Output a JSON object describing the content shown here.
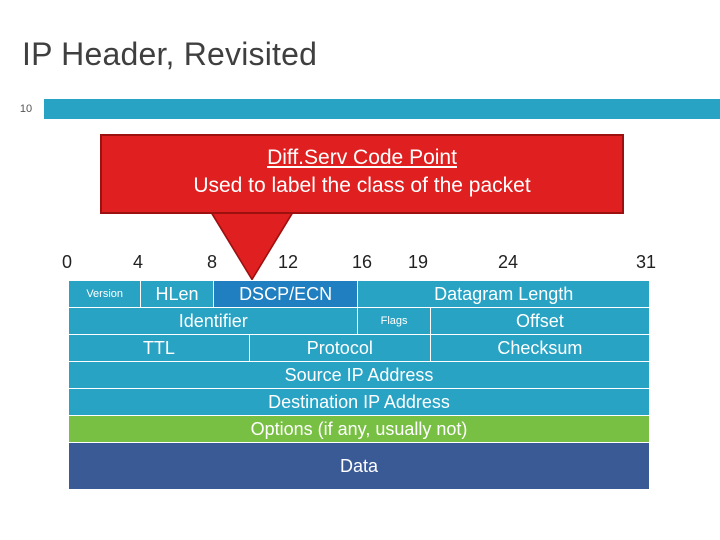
{
  "slide": {
    "title": "IP Header, Revisited",
    "number": "10",
    "accent_color": "#29a3c4"
  },
  "callout": {
    "line1": "Diff.Serv Code Point",
    "line2": "Used to label the class of the packet",
    "bg_color": "#e02020",
    "border_color": "#9d1010",
    "text_color": "#ffffff"
  },
  "ruler": {
    "ticks": [
      "0",
      "4",
      "8",
      "12",
      "16",
      "19",
      "24",
      "31"
    ]
  },
  "header_table": {
    "rows": [
      {
        "name": "row-1",
        "cells": [
          {
            "label": "Version",
            "style": "small"
          },
          {
            "label": "HLen",
            "style": "normal"
          },
          {
            "label": "DSCP/ECN",
            "style": "dscp"
          },
          {
            "label": "Datagram Length",
            "style": "normal"
          }
        ]
      },
      {
        "name": "row-2",
        "cells": [
          {
            "label": "Identifier",
            "style": "normal"
          },
          {
            "label": "Flags",
            "style": "small"
          },
          {
            "label": "Offset",
            "style": "normal"
          }
        ]
      },
      {
        "name": "row-3",
        "cells": [
          {
            "label": "TTL",
            "style": "normal"
          },
          {
            "label": "Protocol",
            "style": "normal"
          },
          {
            "label": "Checksum",
            "style": "normal"
          }
        ]
      },
      {
        "name": "row-4",
        "cells": [
          {
            "label": "Source IP Address",
            "style": "normal"
          }
        ]
      },
      {
        "name": "row-5",
        "cells": [
          {
            "label": "Destination IP Address",
            "style": "normal"
          }
        ]
      },
      {
        "name": "row-6",
        "cells": [
          {
            "label": "Options (if any, usually not)",
            "style": "green"
          }
        ]
      },
      {
        "name": "row-7",
        "cells": [
          {
            "label": "Data",
            "style": "data"
          }
        ]
      }
    ],
    "colors": {
      "teal": "#29a3c4",
      "blue": "#1f7fc0",
      "green": "#78c043",
      "navy": "#3a5a96"
    }
  }
}
